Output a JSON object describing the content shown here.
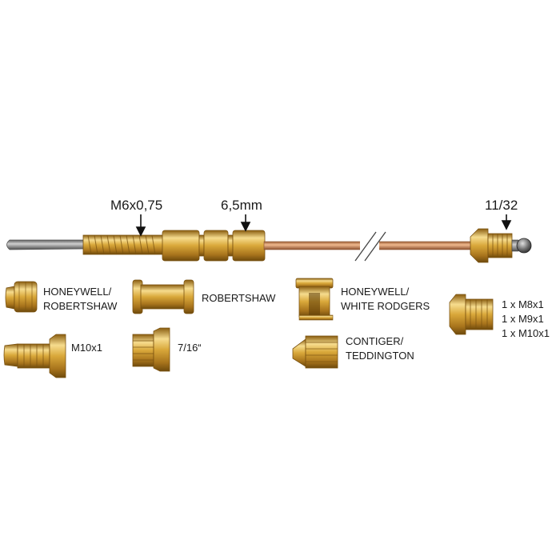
{
  "probe": {
    "thread_label": "M6x0,75",
    "diameter_label": "6,5mm",
    "connector_label": "11/32"
  },
  "adapters": [
    {
      "lines": [
        "HONEYWELL/",
        "ROBERTSHAW"
      ]
    },
    {
      "lines": [
        "ROBERTSHAW"
      ]
    },
    {
      "lines": [
        "HONEYWELL/",
        "WHITE RODGERS"
      ]
    },
    {
      "lines": [
        "1 x M8x1",
        "1 x M9x1",
        "1 x M10x1"
      ]
    },
    {
      "lines": [
        "M10x1"
      ]
    },
    {
      "lines": [
        "7/16“"
      ]
    },
    {
      "lines": [
        "CONTIGER/",
        "TEDDINGTON"
      ]
    }
  ],
  "colors": {
    "brass": "#d8a93a",
    "brass_dark": "#9a6a12",
    "brass_light": "#f5d98a",
    "copper": "#c98a5a",
    "steel": "#8f8f8f"
  }
}
